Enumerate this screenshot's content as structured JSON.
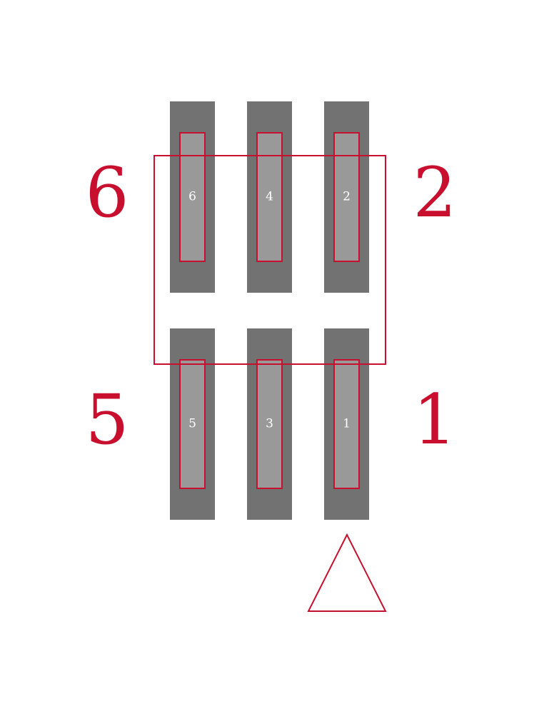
{
  "colors": {
    "pad_copper": "#727272",
    "pad_paste": "#999999",
    "outline": "#c8102e",
    "pad_number_text": "#ffffff",
    "pin_label": "#c8102e",
    "background": "#ffffff"
  },
  "pads": [
    {
      "number": "6"
    },
    {
      "number": "4"
    },
    {
      "number": "2"
    },
    {
      "number": "5"
    },
    {
      "number": "3"
    },
    {
      "number": "1"
    }
  ],
  "pin_labels": {
    "top_left": "6",
    "top_right": "2",
    "bottom_left": "5",
    "bottom_right": "1"
  },
  "pin1_marker_icon": "triangle-icon"
}
